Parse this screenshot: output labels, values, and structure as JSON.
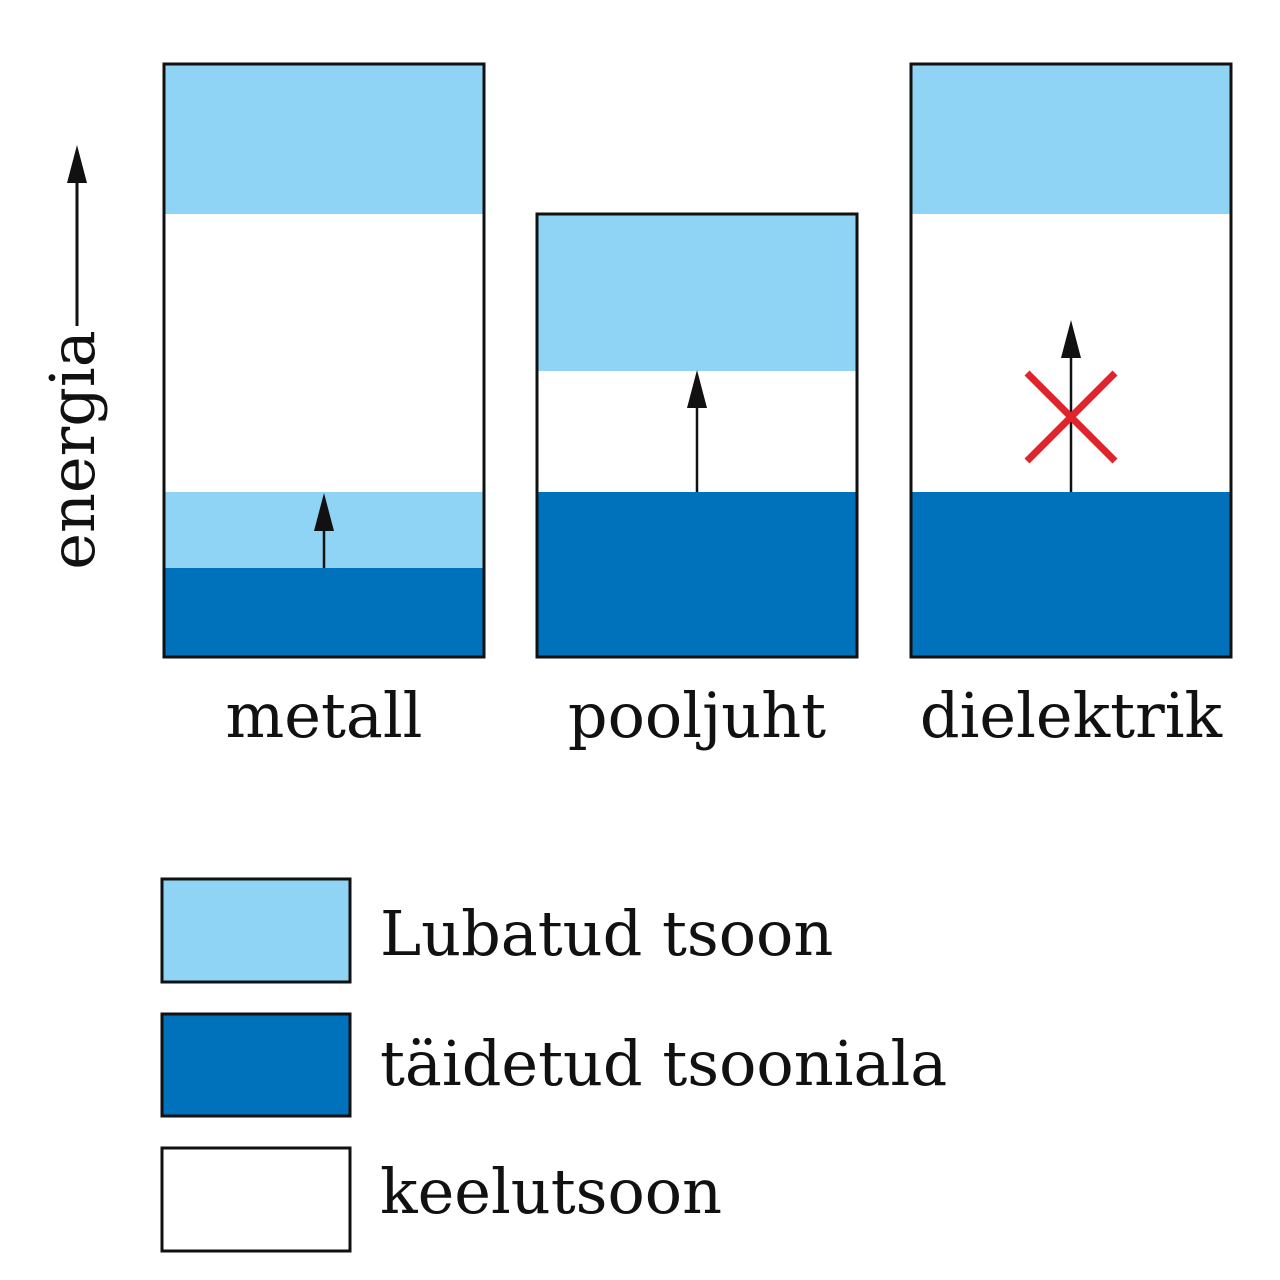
{
  "axis": {
    "label": "energia"
  },
  "colors": {
    "allowed_band": "#8fd4f4",
    "filled_band": "#0071bb",
    "forbidden_band": "#ffffff",
    "outline": "#111111",
    "blocked_mark": "#e0242c"
  },
  "materials": [
    {
      "name": "metall"
    },
    {
      "name": "pooljuht"
    },
    {
      "name": "dielektrik"
    }
  ],
  "legend": [
    {
      "label": "Lubatud tsoon",
      "color_key": "allowed_band"
    },
    {
      "label": "täidetud tsooniala",
      "color_key": "filled_band"
    },
    {
      "label": "keelutsoon",
      "color_key": "forbidden_band"
    }
  ]
}
